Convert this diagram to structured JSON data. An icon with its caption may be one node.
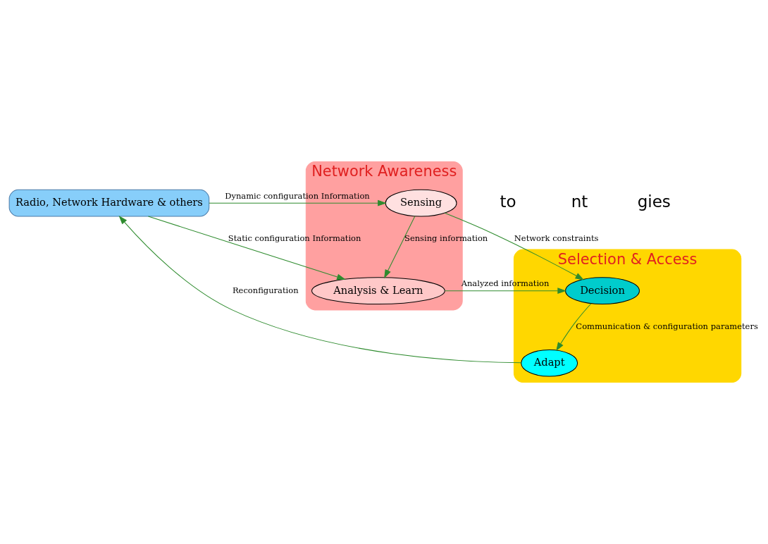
{
  "diagram": {
    "nodes": [
      {
        "text": [
          "Radio, Network Hardware & others"
        ]
      },
      {
        "text": [
          "Selection & Access"
        ]
      },
      {
        "text": [
          "Adapt"
        ],
        "in": 1
      },
      {
        "text": [
          "Decision"
        ],
        "in": 1
      },
      {
        "text": [
          "Network Awareness"
        ]
      },
      {
        "text": [
          "Sensing"
        ],
        "in": 4
      },
      {
        "text": [
          "Analysis & Learn"
        ],
        "in": 4
      }
    ],
    "edges": [
      {
        "from": 2,
        "to": 0,
        "arrow": "to",
        "label": "Reconfiguration"
      },
      {
        "from": 0,
        "to": 5,
        "arrow": "to",
        "label": "Dynamic configuration Information"
      },
      {
        "from": 0,
        "to": 6,
        "arrow": "to",
        "label": "Static configuration Information"
      },
      {
        "from": 5,
        "to": 6,
        "arrow": "to",
        "label": "Sensing information"
      },
      {
        "from": 5,
        "to": 3,
        "arrow": "to",
        "label": "Network constraints"
      },
      {
        "from": 6,
        "to": 3,
        "arrow": "to",
        "label": "Analyzed information"
      },
      {
        "from": 3,
        "to": 2,
        "arrow": "to",
        "label": "Communication & configuration parameters"
      }
    ],
    "labels": [
      "to",
      "nt",
      "gies"
    ]
  }
}
